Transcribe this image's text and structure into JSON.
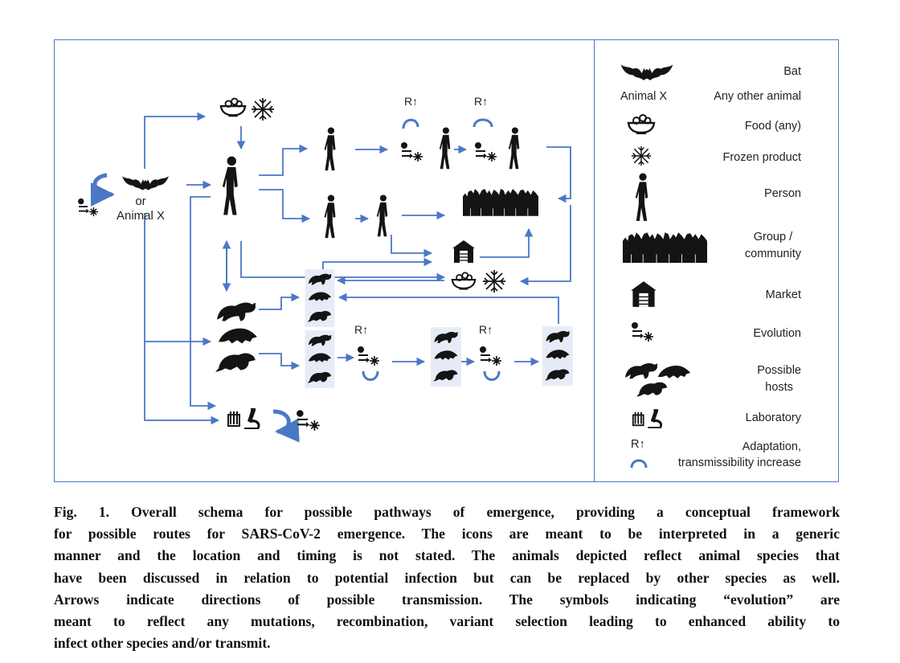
{
  "diagram": {
    "source_label": "or\nAnimal X",
    "r_up_label": "R↑"
  },
  "legend": {
    "bat": "Bat",
    "animal_x_left": "Animal X",
    "animal_x_right": "Any other animal",
    "food": "Food (any)",
    "frozen": "Frozen product",
    "person": "Person",
    "group": "Group /\ncommunity",
    "market": "Market",
    "evolution": "Evolution",
    "hosts": "Possible\nhosts",
    "laboratory": "Laboratory",
    "r_up": "R↑",
    "adaptation": "Adaptation,\ntransmissibility increase"
  },
  "caption": {
    "lines": [
      "Fig. 1. Overall schema for possible pathways of emergence, providing a conceptual framework",
      "for possible routes for SARS-CoV-2 emergence. The icons are meant to be interpreted in a generic",
      "manner and the location and timing is not stated. The animals depicted reflect animal species that",
      "have been discussed in relation to potential infection but can be replaced by other species as well.",
      "Arrows indicate directions of possible transmission. The symbols indicating “evolution” are",
      "meant to reflect any mutations, recombination, variant selection leading to enhanced ability to",
      "infect other species and/or transmit."
    ]
  },
  "colors": {
    "arrow": "#4a78c5",
    "icon": "#141414",
    "border": "#4a78c5"
  }
}
